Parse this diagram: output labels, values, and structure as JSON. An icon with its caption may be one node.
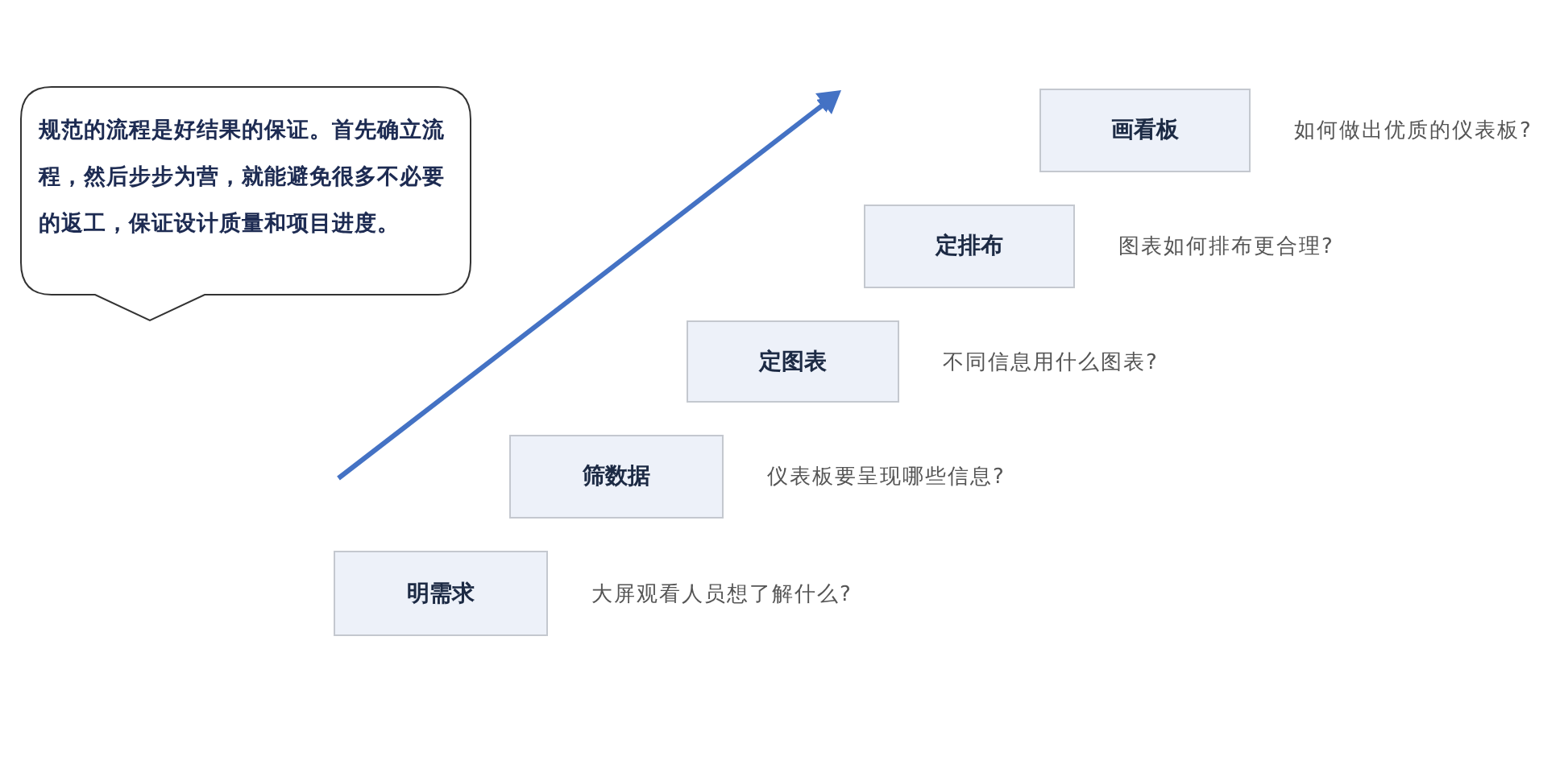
{
  "diagram": {
    "nodes": [
      {
        "text": [
          "规范的流程是好结果的保证。首先确立流程，然后步步为营，就能避免很多不必要的返工，保证设计质量和项目进度。"
        ]
      },
      {
        "text": [
          "画看板"
        ],
        "beside": [
          "如何做出优质的仪表板?"
        ]
      },
      {
        "text": [
          "定排布"
        ],
        "beside": [
          "图表如何排布更合理?"
        ]
      },
      {
        "text": [
          "定图表"
        ],
        "beside": [
          "不同信息用什么图表?"
        ]
      },
      {
        "text": [
          "筛数据"
        ],
        "beside": [
          "仪表板要呈现哪些信息?"
        ]
      },
      {
        "text": [
          "明需求"
        ],
        "beside": [
          "大屏观看人员想了解什么?"
        ]
      }
    ],
    "edges": []
  }
}
